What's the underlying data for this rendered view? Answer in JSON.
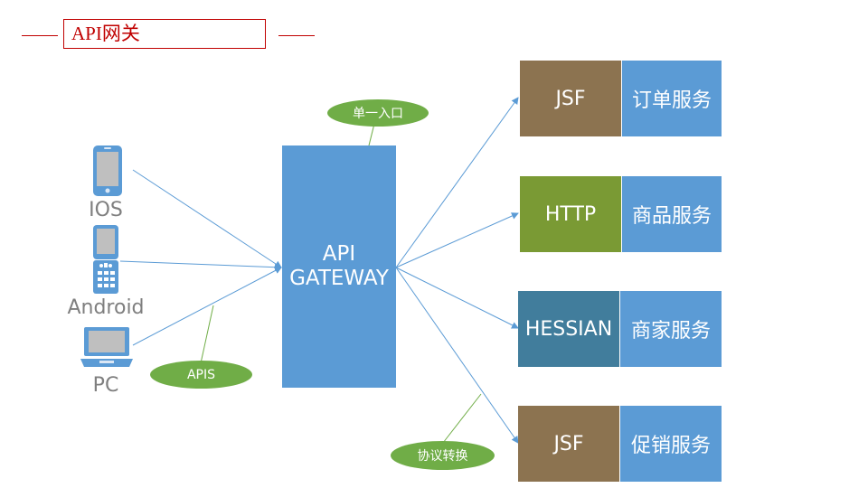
{
  "title": "API网关",
  "gateway": {
    "line1": "API",
    "line2": "GATEWAY"
  },
  "badges": {
    "single_entry": "单一入口",
    "apis": "APIS",
    "protocol_conversion": "协议转换"
  },
  "clients": {
    "ios": "IOS",
    "android": "Android",
    "pc": "PC"
  },
  "services": [
    {
      "protocol": "JSF",
      "name": "订单服务",
      "protocol_color": "#8c7350"
    },
    {
      "protocol": "HTTP",
      "name": "商品服务",
      "protocol_color": "#7a9a34"
    },
    {
      "protocol": "HESSIAN",
      "name": "商家服务",
      "protocol_color": "#417d9c"
    },
    {
      "protocol": "JSF",
      "name": "促销服务",
      "protocol_color": "#8c7350"
    }
  ],
  "colors": {
    "title": "#c00000",
    "gateway": "#5b9bd5",
    "service": "#5b9bd5",
    "badge": "#70ad47",
    "client": "#7f7f7f",
    "arrow": "#5b9bd5"
  }
}
